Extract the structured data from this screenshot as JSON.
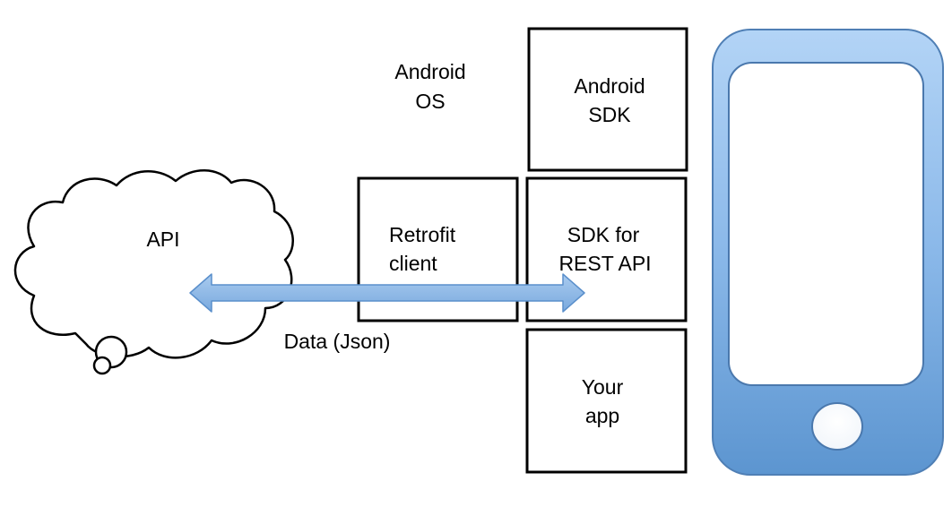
{
  "diagram": {
    "cloud": {
      "line1": "API"
    },
    "android_os": {
      "line1": "Android",
      "line2": "OS"
    },
    "android_sdk": {
      "line1": "Android",
      "line2": "SDK"
    },
    "retrofit_client": {
      "line1": "Retrofit",
      "line2": "client"
    },
    "sdk_rest": {
      "line1": "SDK for",
      "line2": "REST API"
    },
    "your_app": {
      "line1": "Your",
      "line2": "app"
    },
    "arrow_label": "Data (Json)"
  },
  "colors": {
    "phone_light": "#a9cdf4",
    "phone_dark": "#5f98d2",
    "phone_stroke": "#4f7fb5",
    "arrow_fill": "#86b4e6",
    "arrow_stroke": "#5a8fcb",
    "box_stroke": "#000000"
  }
}
